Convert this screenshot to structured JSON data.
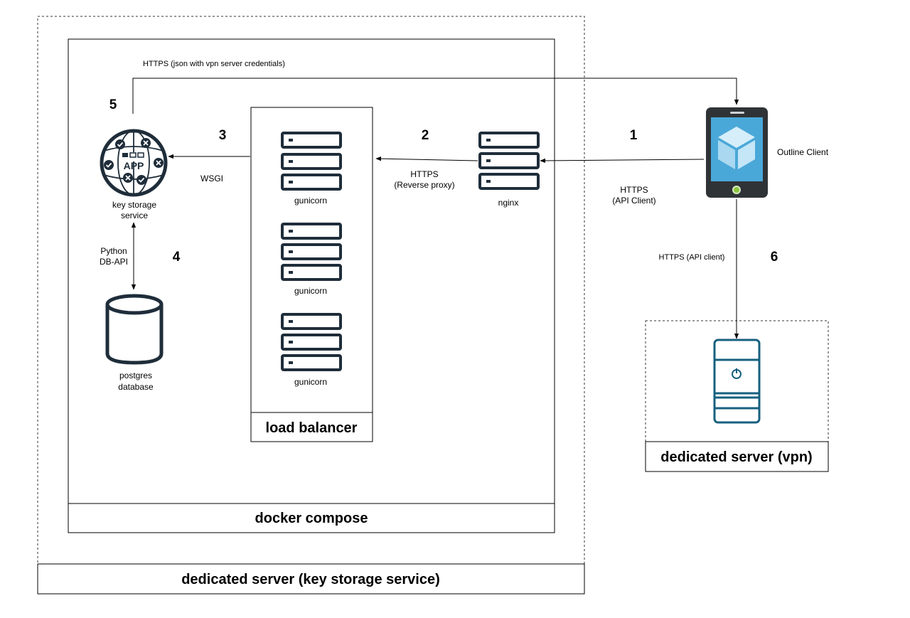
{
  "containers": {
    "outer_title": "dedicated server (key storage service)",
    "docker_title": "docker compose",
    "load_balancer_title": "load balancer",
    "vpn_title": "dedicated server (vpn)"
  },
  "nodes": {
    "app_icon_text": "APP",
    "key_storage_line1": "key storage",
    "key_storage_line2": "service",
    "postgres_line1": "postgres",
    "postgres_line2": "database",
    "gunicorn": [
      "gunicorn",
      "gunicorn",
      "gunicorn"
    ],
    "nginx": "nginx",
    "outline_client": "Outline Client"
  },
  "edges": {
    "https_json": "HTTPS (json with vpn server credentials)",
    "wsgi": "WSGI",
    "https_reverse_line1": "HTTPS",
    "https_reverse_line2": "(Reverse proxy)",
    "https_api_line1": "HTTPS",
    "https_api_line2": "(API Client)",
    "https_api_client": "HTTPS (API client)",
    "python_line1": "Python",
    "python_line2": "DB-API"
  },
  "steps": [
    "1",
    "2",
    "3",
    "4",
    "5",
    "6"
  ],
  "colors": {
    "server_icon": "#1f2d3a",
    "vpn_server_icon": "#17607f",
    "phone_body": "#2f3336",
    "phone_screen": "#4aa8d8",
    "phone_button": "#8cc63f",
    "cube_light": "#d5eefa",
    "cube_mid": "#a9d8f0"
  }
}
